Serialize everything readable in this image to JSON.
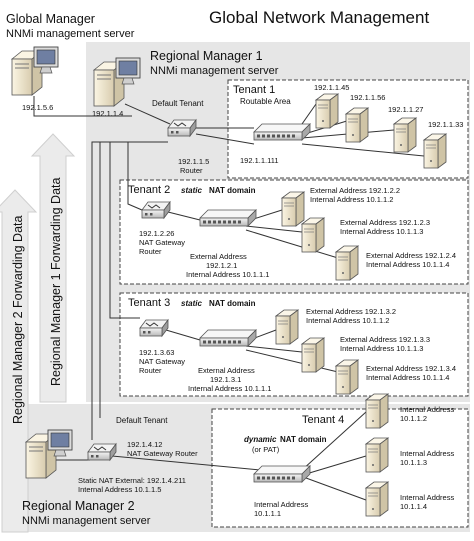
{
  "title": "Global Network Management",
  "global_manager": {
    "title": "Global Manager",
    "subtitle": "NNMi management server",
    "ip": "192.1.5.6"
  },
  "regional1": {
    "title": "Regional Manager 1",
    "subtitle": "NNMi management server",
    "ip": "192.1.1.4",
    "default_tenant": "Default Tenant",
    "router_ip": "192.1.1.5",
    "router_label": "Router"
  },
  "regional2": {
    "title": "Regional Manager 2",
    "subtitle": "NNMi management server",
    "default_tenant": "Default Tenant",
    "gw_ip": "192.1.4.12",
    "gw_label": "NAT Gateway Router",
    "static_ext": "Static NAT External: 192.1.4.211",
    "internal": "Internal Address 10.1.1.5"
  },
  "arrows": {
    "rm1": "Regional Manager 1 Forwarding Data",
    "rm2": "Regional Manager 2 Forwarding Data"
  },
  "tenant1": {
    "title": "Tenant 1",
    "subtitle": "Routable Area",
    "switch_ip": "192.1.1.111",
    "hosts": [
      "192.1.1.45",
      "192.1.1.56",
      "192.1.1.27",
      "192.1.1.33"
    ]
  },
  "tenant2": {
    "title": "Tenant 2",
    "domain_static": "static",
    "domain_rest": "NAT domain",
    "router_ip": "192.1.2.26",
    "router_l1": "NAT Gateway",
    "router_l2": "Router",
    "switch_l1": "External Address",
    "switch_l2": "192.1.2.1",
    "switch_l3": "Internal Address 10.1.1.1",
    "hosts": [
      {
        "ext": "External Address 192.1.2.2",
        "int": "Internal Address 10.1.1.2"
      },
      {
        "ext": "External Address 192.1.2.3",
        "int": "Internal Address 10.1.1.3"
      },
      {
        "ext": "External Address 192.1.2.4",
        "int": "Internal Address 10.1.1.4"
      }
    ]
  },
  "tenant3": {
    "title": "Tenant 3",
    "domain_static": "static",
    "domain_rest": "NAT domain",
    "router_ip": "192.1.3.63",
    "router_l1": "NAT Gateway",
    "router_l2": "Router",
    "switch_l1": "External Address",
    "switch_l2": "192.1.3.1",
    "switch_l3": "Internal Address 10.1.1.1",
    "hosts": [
      {
        "ext": "External Address 192.1.3.2",
        "int": "Internal Address 10.1.1.2"
      },
      {
        "ext": "External Address 192.1.3.3",
        "int": "Internal Address 10.1.1.3"
      },
      {
        "ext": "External Address 192.1.3.4",
        "int": "Internal Address 10.1.1.4"
      }
    ]
  },
  "tenant4": {
    "title": "Tenant 4",
    "domain_dynamic": "dynamic",
    "domain_rest": "NAT domain",
    "domain_note": "(or PAT)",
    "switch_l1": "Internal Address",
    "switch_l2": "10.1.1.1",
    "hosts": [
      {
        "l1": "Internal Address",
        "l2": "10.1.1.2"
      },
      {
        "l1": "Internal Address",
        "l2": "10.1.1.3"
      },
      {
        "l1": "Internal Address",
        "l2": "10.1.1.4"
      }
    ]
  },
  "colors": {
    "region_bg": "#e6e6e6",
    "arrow_fill": "#ebebeb",
    "tower": "#efe6cf"
  }
}
